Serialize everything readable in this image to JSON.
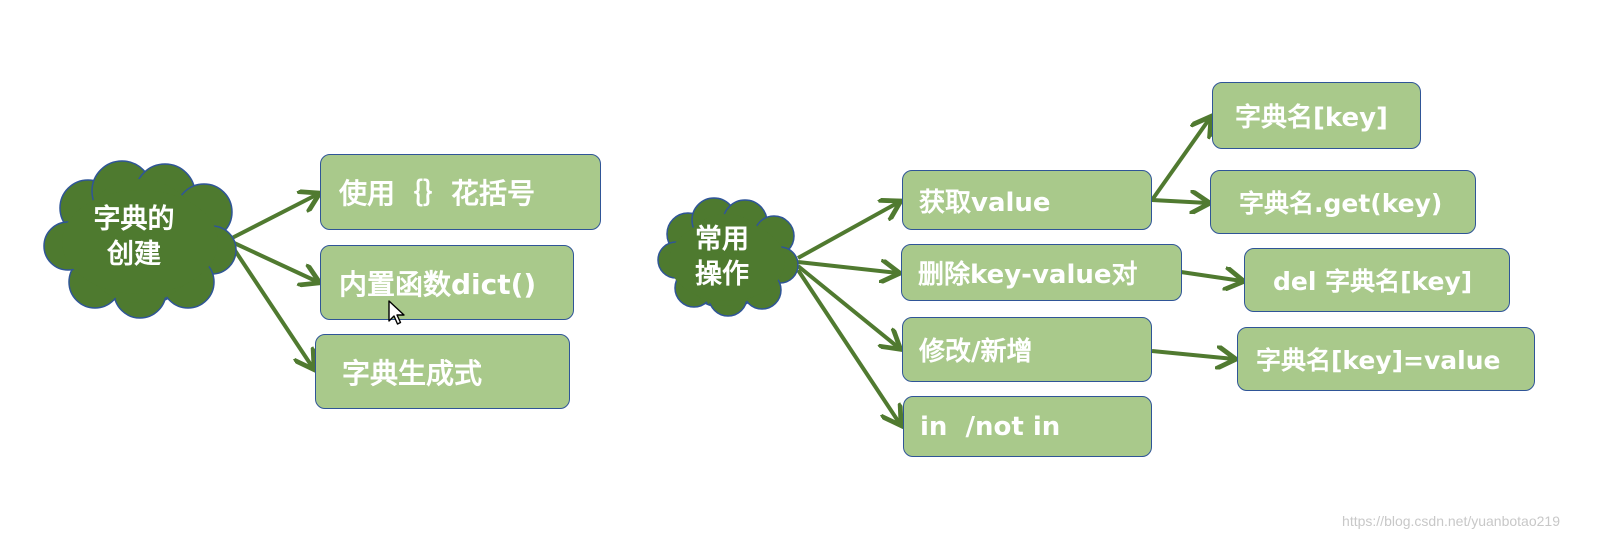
{
  "colors": {
    "cloud_fill": "#4e7a2f",
    "cloud_stroke": "#2f5597",
    "box_fill": "#a9c98b",
    "box_stroke": "#2f5597",
    "arrow": "#507a30",
    "text": "#ffffff"
  },
  "icons": {
    "pointer": "mouse-pointer-icon"
  },
  "creation": {
    "root": "字典的\n创建",
    "items": [
      "使用｛｝花括号",
      "内置函数dict()",
      "字典生成式"
    ]
  },
  "operations": {
    "root": "常用\n操作",
    "items": [
      "获取value",
      "删除key-value对",
      "修改/新增",
      "in  /not in"
    ],
    "get": [
      "字典名[key]",
      "字典名.get(key)"
    ],
    "delete": "del 字典名[key]",
    "modify": "字典名[key]=value"
  },
  "watermark": "https://blog.csdn.net/yuanbotao219"
}
